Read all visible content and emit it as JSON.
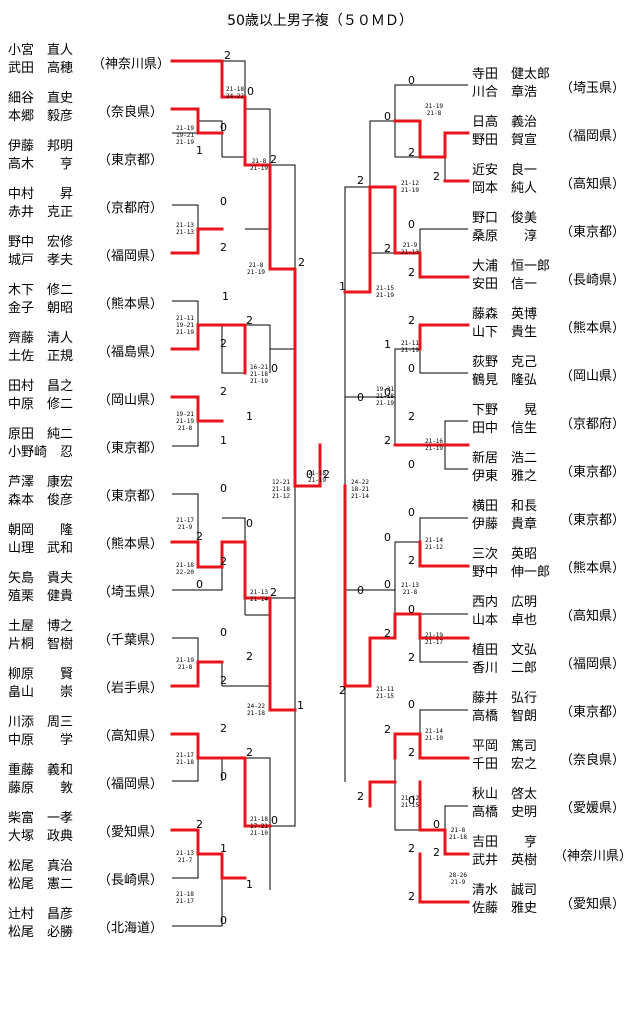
{
  "title": "50歳以上男子複（５０ＭＤ）",
  "left_pairs": [
    {
      "p1": "小宮　直人",
      "p2": "武田　高穂",
      "pref": "（神奈川県）"
    },
    {
      "p1": "細谷　直史",
      "p2": "本郷　毅彦",
      "pref": "（奈良県）"
    },
    {
      "p1": "伊藤　邦明",
      "p2": "高木　　亨",
      "pref": "（東京都）"
    },
    {
      "p1": "中村　　昇",
      "p2": "赤井　克正",
      "pref": "（京都府）"
    },
    {
      "p1": "野中　宏修",
      "p2": "城戸　孝夫",
      "pref": "（福岡県）"
    },
    {
      "p1": "木下　修二",
      "p2": "金子　朝昭",
      "pref": "（熊本県）"
    },
    {
      "p1": "齊藤　清人",
      "p2": "土佐　正規",
      "pref": "（福島県）"
    },
    {
      "p1": "田村　昌之",
      "p2": "中原　修二",
      "pref": "（岡山県）"
    },
    {
      "p1": "原田　純二",
      "p2": "小野崎　忍",
      "pref": "（東京都）"
    },
    {
      "p1": "芦澤　康宏",
      "p2": "森本　俊彦",
      "pref": "（東京都）"
    },
    {
      "p1": "朝岡　　隆",
      "p2": "山理　武和",
      "pref": "（熊本県）"
    },
    {
      "p1": "矢島　貴夫",
      "p2": "殖栗　健貴",
      "pref": "（埼玉県）"
    },
    {
      "p1": "土屋　博之",
      "p2": "片桐　智樹",
      "pref": "（千葉県）"
    },
    {
      "p1": "柳原　　賢",
      "p2": "畠山　　崇",
      "pref": "（岩手県）"
    },
    {
      "p1": "川添　周三",
      "p2": "中原　　学",
      "pref": "（高知県）"
    },
    {
      "p1": "重藤　義和",
      "p2": "藤原　　敦",
      "pref": "（福岡県）"
    },
    {
      "p1": "柴富　一孝",
      "p2": "大塚　政典",
      "pref": "（愛知県）"
    },
    {
      "p1": "松尾　真治",
      "p2": "松尾　憲二",
      "pref": "（長崎県）"
    },
    {
      "p1": "辻村　昌彦",
      "p2": "松尾　必勝",
      "pref": "（北海道）"
    }
  ],
  "right_pairs": [
    {
      "p1": "寺田　健太郎",
      "p2": "川合　章浩",
      "pref": "（埼玉県）"
    },
    {
      "p1": "日高　義治",
      "p2": "野田　賀宣",
      "pref": "（福岡県）"
    },
    {
      "p1": "近安　良一",
      "p2": "岡本　純人",
      "pref": "（高知県）"
    },
    {
      "p1": "野口　俊美",
      "p2": "桑原　　淳",
      "pref": "（東京都）"
    },
    {
      "p1": "大浦　恒一郎",
      "p2": "安田　信一",
      "pref": "（長崎県）"
    },
    {
      "p1": "藤森　英博",
      "p2": "山下　貴生",
      "pref": "（熊本県）"
    },
    {
      "p1": "荻野　克己",
      "p2": "鶴見　隆弘",
      "pref": "（岡山県）"
    },
    {
      "p1": "下野　　晃",
      "p2": "田中　信生",
      "pref": "（京都府）"
    },
    {
      "p1": "新居　浩二",
      "p2": "伊東　雅之",
      "pref": "（東京都）"
    },
    {
      "p1": "横田　和長",
      "p2": "伊藤　貴章",
      "pref": "（東京都）"
    },
    {
      "p1": "三次　英昭",
      "p2": "野中　伸一郎",
      "pref": "（熊本県）"
    },
    {
      "p1": "西内　広明",
      "p2": "山本　卓也",
      "pref": "（高知県）"
    },
    {
      "p1": "植田　文弘",
      "p2": "香川　二郎",
      "pref": "（福岡県）"
    },
    {
      "p1": "藤井　弘行",
      "p2": "高橋　智朗",
      "pref": "（東京都）"
    },
    {
      "p1": "平岡　篤司",
      "p2": "千田　宏之",
      "pref": "（奈良県）"
    },
    {
      "p1": "秋山　啓太",
      "p2": "高橋　史明",
      "pref": "（愛媛県）"
    },
    {
      "p1": "吉田　　亨",
      "p2": "武井　英樹",
      "pref": "（神奈川県）"
    },
    {
      "p1": "清水　誠司",
      "p2": "佐藤　雅史",
      "pref": "（愛知県）"
    }
  ],
  "game_scores": [
    [
      "21-18",
      "24-22"
    ],
    [
      "21-19",
      "19-21",
      "21-19"
    ],
    [
      "21-8",
      "21-19"
    ],
    [
      "21-13",
      "21-13"
    ],
    [
      "21-8",
      "21-19"
    ],
    [
      "21-11",
      "19-21",
      "21-19"
    ],
    [
      "16-21",
      "21-18",
      "21-19"
    ],
    [
      "19-21",
      "21-19",
      "21-8"
    ],
    [
      "12-21",
      "21-18",
      "21-12"
    ],
    [
      "21-17",
      "21-9"
    ],
    [
      "21-18",
      "22-20"
    ],
    [
      "21-13",
      "21-14"
    ],
    [
      "21-19",
      "21-8"
    ],
    [
      "24-22",
      "21-18"
    ],
    [
      "21-17",
      "21-18"
    ],
    [
      "21-18",
      "17-21",
      "21-10"
    ],
    [
      "21-13",
      "21-7"
    ],
    [
      "21-18",
      "21-17"
    ],
    [
      "21-18",
      "21-19"
    ],
    [
      "24-22",
      "18-21",
      "21-14"
    ],
    [
      "21-19",
      "21-8"
    ],
    [
      "21-12",
      "21-19"
    ],
    [
      "21-9",
      "21-13"
    ],
    [
      "21-15",
      "21-19"
    ],
    [
      "21-11",
      "21-19"
    ],
    [
      "19-21",
      "21-18",
      "21-19"
    ],
    [
      "21-16",
      "21-19"
    ],
    [
      "21-14",
      "21-12"
    ],
    [
      "21-13",
      "21-8"
    ],
    [
      "21-19",
      "21-17"
    ],
    [
      "21-11",
      "21-15"
    ],
    [
      "21-14",
      "21-10"
    ],
    [
      "21-12",
      "21-15"
    ],
    [
      "21-8",
      "21-18"
    ],
    [
      "28-26",
      "21-9"
    ]
  ],
  "set_counts": [
    "0",
    "1",
    "2"
  ]
}
